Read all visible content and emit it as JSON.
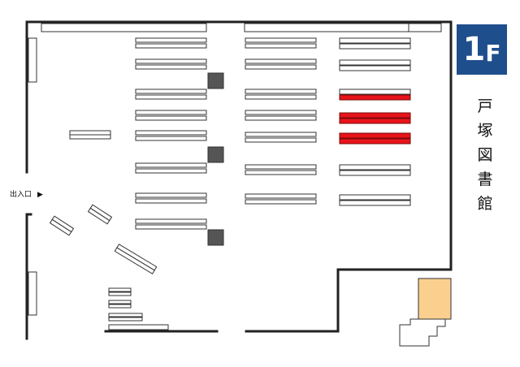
{
  "floor": {
    "number": "1",
    "letter": "F",
    "badge_color": "#1f4e8c"
  },
  "library_name_chars": [
    "戸",
    "塚",
    "図",
    "書",
    "館"
  ],
  "entrance": {
    "label": "出入口",
    "arrow": "▶"
  },
  "colors": {
    "wall": "#222222",
    "shelf_fill": "#ffffff",
    "shelf_stroke": "#333333",
    "highlighted_shelf": "#e8141a",
    "pillar": "#555555",
    "highlighted_area": "#fbd08f"
  }
}
